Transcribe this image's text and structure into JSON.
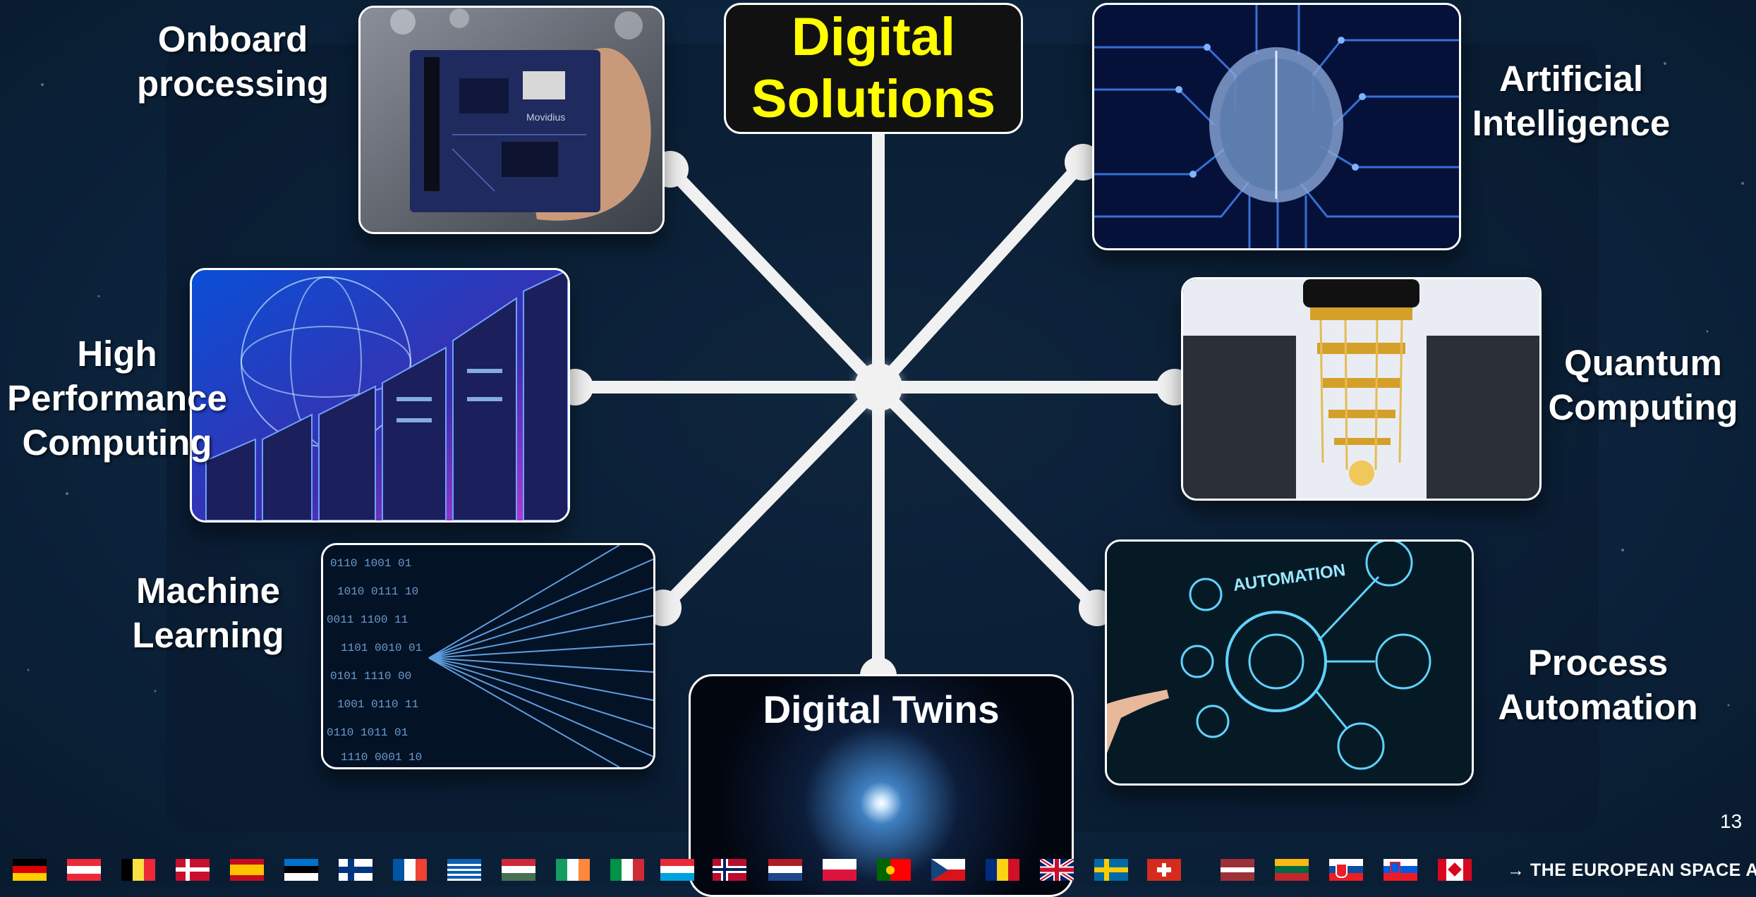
{
  "title": [
    "Digital",
    "Solutions"
  ],
  "topics": {
    "onboard_processing": [
      "Onboard",
      "processing"
    ],
    "artificial_intelligence": [
      "Artificial",
      "Intelligence"
    ],
    "high_performance_computing": [
      "High",
      "Performance",
      "Computing"
    ],
    "quantum_computing": [
      "Quantum",
      "Computing"
    ],
    "machine_learning": [
      "Machine",
      "Learning"
    ],
    "process_automation": [
      "Process",
      "Automation"
    ],
    "digital_twins": "Digital Twins"
  },
  "automation_image_text": "AUTOMATION",
  "board_image_text": "Movidius",
  "page_number": "13",
  "footer": {
    "brand_text": "→ THE EUROPEAN SPACE AGENCY",
    "flags": [
      "germany",
      "austria",
      "belgium",
      "denmark",
      "spain",
      "estonia",
      "finland",
      "france",
      "greece",
      "hungary",
      "ireland",
      "italy",
      "luxembourg",
      "norway",
      "netherlands",
      "poland",
      "portugal",
      "czech-republic",
      "romania",
      "united-kingdom",
      "sweden",
      "switzerland",
      "latvia",
      "lithuania",
      "slovakia",
      "slovenia",
      "canada"
    ]
  },
  "colors": {
    "title_text": "#ffff00",
    "background": "#0d2640",
    "connector": "#f1f1f1"
  }
}
